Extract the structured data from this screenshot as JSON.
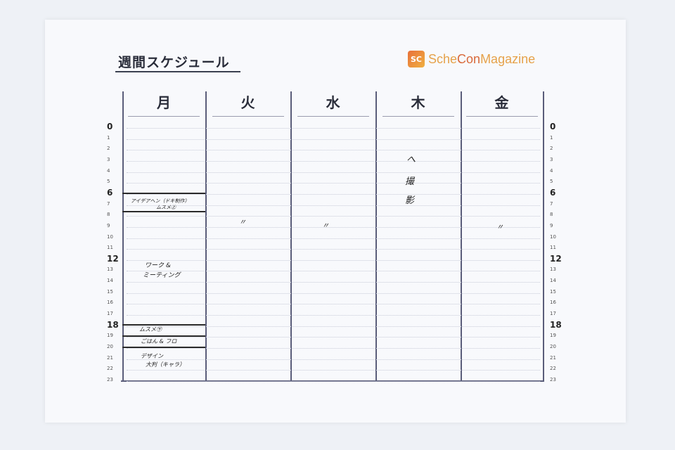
{
  "title": "週間スケジュール",
  "logo": {
    "mark": "SC",
    "part1": "Sche",
    "part2": "Con",
    "part3": "Magazine"
  },
  "days": [
    "月",
    "火",
    "水",
    "木",
    "金"
  ],
  "hours": [
    "0",
    "1",
    "2",
    "3",
    "4",
    "5",
    "6",
    "7",
    "8",
    "9",
    "10",
    "11",
    "12",
    "13",
    "14",
    "15",
    "16",
    "17",
    "18",
    "19",
    "20",
    "21",
    "22",
    "23"
  ],
  "entries": {
    "mon_1a": "アイデアヘン（ドキ制作）",
    "mon_1b": "ムスメ㊤",
    "mon_2a": "ワーク &",
    "mon_2b": "ミーティング",
    "mon_3": "ムスメ㊦",
    "mon_4": "ごはん & フロ",
    "mon_5a": "デザイン",
    "mon_5b": "大判（キャラ）",
    "tue": "〃",
    "wed": "〃",
    "thu_1": "へ",
    "thu_2": "撮",
    "thu_3": "影",
    "fri": "〃"
  }
}
